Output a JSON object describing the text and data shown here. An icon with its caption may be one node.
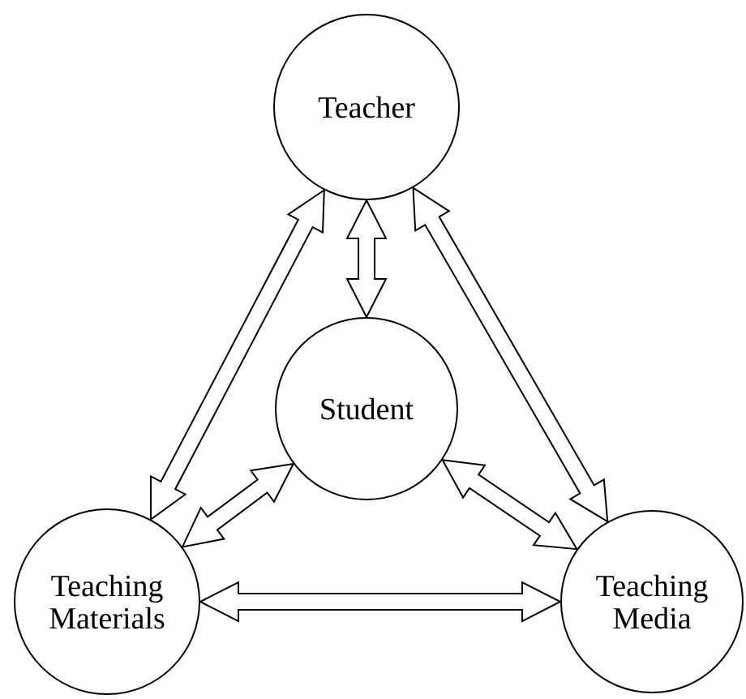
{
  "diagram": {
    "nodes": [
      {
        "text": [
          "Teacher"
        ]
      },
      {
        "text": [
          "Student"
        ]
      },
      {
        "text": [
          "Teaching Materials"
        ]
      },
      {
        "text": [
          "Teaching Media"
        ]
      }
    ],
    "edges": [
      {
        "from": 0,
        "to": 1,
        "arrow": "both"
      },
      {
        "from": 0,
        "to": 2,
        "arrow": "both"
      },
      {
        "from": 0,
        "to": 3,
        "arrow": "both"
      },
      {
        "from": 1,
        "to": 2,
        "arrow": "both"
      },
      {
        "from": 1,
        "to": 3,
        "arrow": "both"
      },
      {
        "from": 2,
        "to": 3,
        "arrow": "both"
      }
    ]
  }
}
